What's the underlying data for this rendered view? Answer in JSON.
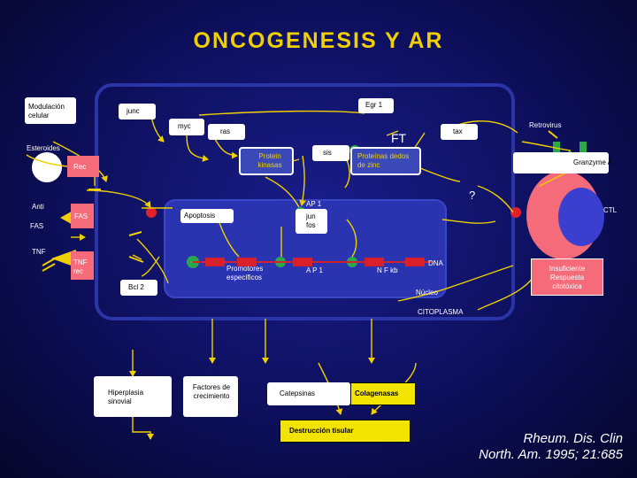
{
  "title": "ONCOGENESIS Y AR",
  "labels": {
    "modulacion": "Modulación celular",
    "junc": "junc",
    "egr1": "Egr 1",
    "myc": "myc",
    "ras": "ras",
    "retrovirus": "Retrovirus",
    "ft": "FT",
    "tax": "tax",
    "esteroides": "Esteroides",
    "rec": "Rec",
    "protein_kinasas": "Protein kinasas",
    "sis": "sis",
    "proteinas_dedos": "Proteínas dedos de zinc",
    "granzyme": "Granzyme A",
    "question": "?",
    "anti": "Anti",
    "fas_box": "FAS",
    "fas": "FAS",
    "apoptosis": "Apoptosis",
    "ap1_top": "AP 1",
    "jun_fos": "jun fos",
    "ctl": "CTL",
    "tnf": "TNF",
    "tnf_rec": "TNF rec",
    "promotores": "Promotores específicos",
    "ap1_dna": "A P 1",
    "nfkb": "N F kb",
    "dna": "DNA",
    "insuficiente": "Insuficiente Respuesta citotóxica",
    "bcl2": "Bcl 2",
    "nucleo": "Núcleo",
    "citoplasma": "CITOPLASMA",
    "hiperplasia": "Hiperplasia sinovial",
    "factores": "Factores de crecimiento",
    "catepsinas": "Catepsinas",
    "colagenasas": "Colagenasas",
    "destruccion": "Destrucción tisular"
  },
  "reference": {
    "line1": "Rheum. Dis. Clin",
    "line2": "North. Am. 1995; 21:685"
  },
  "colors": {
    "title": "#f0d000",
    "arrows": "#f0d000",
    "cell_border": "#2b35a8",
    "nucleus_fill": "#2a33b0",
    "ctl_cell": "#f56b7a",
    "ctl_nucleus": "#3a3fd0",
    "node_green": "#2aa84a",
    "node_red": "#e0202a",
    "dna_red": "#d8202a",
    "text_box": "#ffffff",
    "highlight_box": "#f2e300"
  }
}
